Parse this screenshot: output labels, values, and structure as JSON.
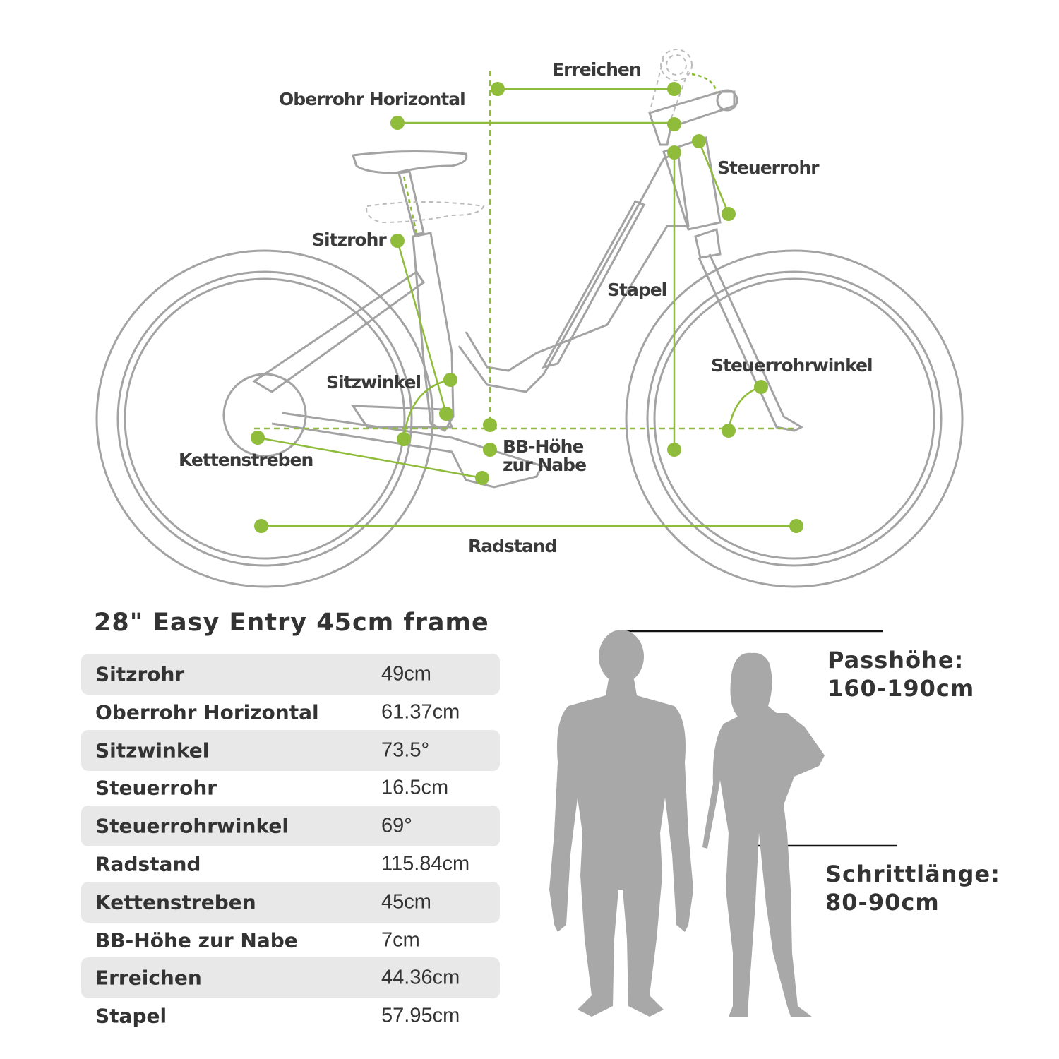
{
  "colors": {
    "accent": "#8fbc3a",
    "frame": "#a3a3a3",
    "text": "#333333",
    "row_shade": "#e8e8e8",
    "silhouette": "#a8a8a8"
  },
  "diagram_labels": {
    "erreichen": "Erreichen",
    "oberrohr": "Oberrohr Horizontal",
    "steuerrohr": "Steuerrohr",
    "sitzrohr": "Sitzrohr",
    "stapel": "Stapel",
    "steuerrohrwinkel": "Steuerrohrwinkel",
    "sitzwinkel": "Sitzwinkel",
    "bb_line1": "BB-Höhe",
    "bb_line2": "zur Nabe",
    "kettenstreben": "Kettenstreben",
    "radstand": "Radstand"
  },
  "table": {
    "title": "28\" Easy Entry 45cm frame",
    "rows": [
      {
        "label": "Sitzrohr",
        "value": "49cm"
      },
      {
        "label": "Oberrohr Horizontal",
        "value": "61.37cm"
      },
      {
        "label": "Sitzwinkel",
        "value": "73.5°"
      },
      {
        "label": "Steuerrohr",
        "value": "16.5cm"
      },
      {
        "label": "Steuerrohrwinkel",
        "value": "69°"
      },
      {
        "label": "Radstand",
        "value": "115.84cm"
      },
      {
        "label": "Kettenstreben",
        "value": "45cm"
      },
      {
        "label": "BB-Höhe zur Nabe",
        "value": "7cm"
      },
      {
        "label": "Erreichen",
        "value": "44.36cm"
      },
      {
        "label": "Stapel",
        "value": "57.95cm"
      }
    ]
  },
  "rider_fit": {
    "height_label": "Passhöhe:",
    "height_value": "160-190cm",
    "inseam_label": "Schrittlänge:",
    "inseam_value": "80-90cm"
  }
}
